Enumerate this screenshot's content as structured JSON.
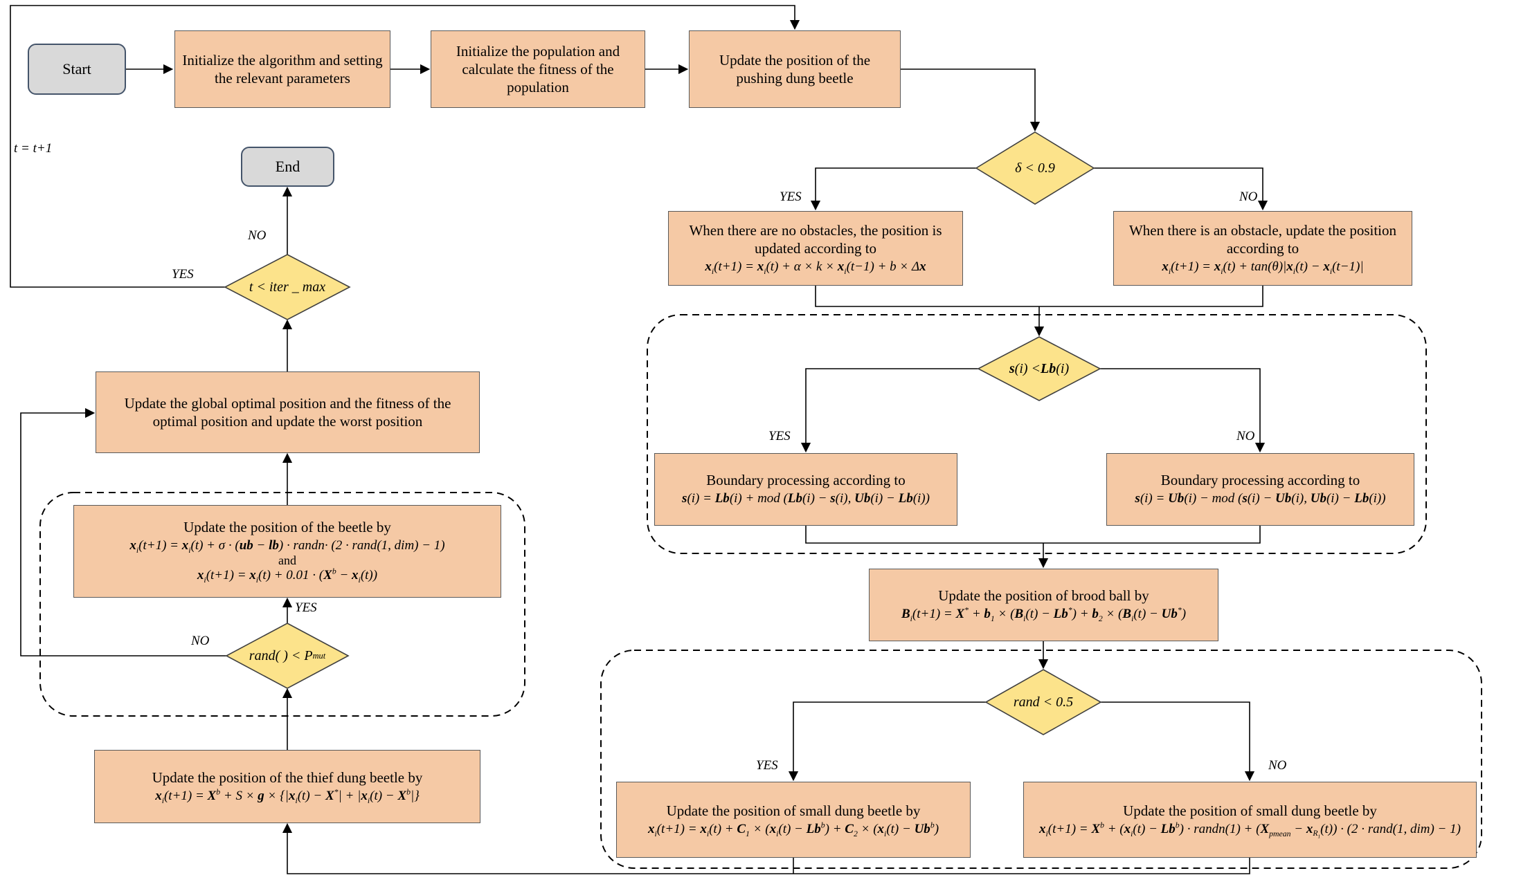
{
  "colors": {
    "process_fill": "#f5c9a5",
    "process_border": "#595959",
    "decision_fill": "#fce38b",
    "decision_border": "#404040",
    "terminal_fill": "#d9d9d9",
    "terminal_border": "#44546a",
    "line": "#000000"
  },
  "nodes": {
    "start": {
      "label": "Start"
    },
    "end": {
      "label": "End"
    },
    "init_algorithm": {
      "text": "Initialize the algorithm and setting the relevant parameters"
    },
    "init_population": {
      "text": "Initialize the population and calculate the fitness of the population"
    },
    "pushing_beetle": {
      "text": "Update the position of the pushing dung beetle"
    },
    "delta_decision": {
      "label": "δ &lt; 0.9"
    },
    "no_obstacle": {
      "title": "When there are no obstacles, the position is updated according to",
      "formula": "<b>x</b><sub>i</sub>(t+1) = <b>x</b><sub>i</sub>(t) + α × k × <b>x</b><sub>i</sub>(t−1) + b × Δ<b>x</b>"
    },
    "obstacle": {
      "title": "When there is an obstacle, update the position according to",
      "formula": "<b>x</b><sub>i</sub>(t+1) = <b>x</b><sub>i</sub>(t) + tan(θ)|<b>x</b><sub>i</sub>(t) − <b>x</b><sub>i</sub>(t−1)|"
    },
    "lb_decision": {
      "label": "<b>s</b>(i) &lt; <b>Lb</b>(i)"
    },
    "boundary_low": {
      "title": "Boundary processing according to",
      "formula": "<b>s</b>(i) = <b>Lb</b>(i) + mod (<b>Lb</b>(i) − <b>s</b>(i), <b>Ub</b>(i) − <b>Lb</b>(i))"
    },
    "boundary_high": {
      "title": "Boundary processing according to",
      "formula": "<b>s</b>(i) = <b>Ub</b>(i) − mod (<b>s</b>(i) − <b>Ub</b>(i), <b>Ub</b>(i) − <b>Lb</b>(i))"
    },
    "brood_ball": {
      "title": "Update the position of brood ball by",
      "formula": "<b>B</b><sub>i</sub>(t+1) = <b>X</b><sup>*</sup> + <b>b</b><sub>1</sub> × (<b>B</b><sub>i</sub>(t) − <b>Lb</b><sup>*</sup>) + <b>b</b><sub>2</sub> × (<b>B</b><sub>i</sub>(t) − <b>Ub</b><sup>*</sup>)"
    },
    "rand_decision": {
      "label": "rand &lt; 0.5"
    },
    "small_beetle_yes": {
      "title": "Update the position of small dung beetle by",
      "formula": "<b>x</b><sub>i</sub>(t+1) = <b>x</b><sub>i</sub>(t) + <b>C</b><sub>1</sub> × (<b>x</b><sub>i</sub>(t) − <b>Lb</b><sup>b</sup>) + <b>C</b><sub>2</sub> × (<b>x</b><sub>i</sub>(t) − <b>Ub</b><sup>b</sup>)"
    },
    "small_beetle_no": {
      "title": "Update the position of small dung beetle by",
      "formula": "<b>x</b><sub>i</sub>(t+1) = <b>X</b><sup>b</sup> + (<b>x</b><sub>i</sub>(t) − <b>Lb</b><sup>b</sup>) · randn(1) + (<b>X</b><sub>pmean</sub> − <b>x</b><sub>R<sub>1</sub></sub>(t)) · (2 · rand(1, dim) − 1)"
    },
    "thief_beetle": {
      "title": "Update the position of the thief dung beetle by",
      "formula": "<b>x</b><sub>i</sub>(t+1) = <b>X</b><sup>b</sup> + S × <b>g</b> × {|<b>x</b><sub>i</sub>(t) − <b>X</b><sup>*</sup>| + |<b>x</b><sub>i</sub>(t) − <b>X</b><sup>b</sup>|}"
    },
    "mutation_decision": {
      "label": "rand( ) &lt; P<sub>mut</sub>"
    },
    "beetle_mutation": {
      "title": "Update the position of the beetle by",
      "formula1": "<b>x</b><sub>i</sub>(t+1) = <b>x</b><sub>i</sub>(t) + σ · (<b>ub</b> − <b>lb</b>) · randn· (2 · rand(1, dim) − 1)",
      "connector": "and",
      "formula2": "<b>x</b><sub>i</sub>(t+1) = <b>x</b><sub>i</sub>(t) + 0.01 · (<b>X</b><sup>b</sup> − <b>x</b><sub>i</sub>(t))"
    },
    "global_update": {
      "text": "Update the global optimal position and the fitness of the optimal position and update the worst position"
    },
    "iter_decision": {
      "label": "t &lt; iter _ max"
    }
  },
  "edge_labels": {
    "delta_yes": "YES",
    "delta_no": "NO",
    "lb_yes": "YES",
    "lb_no": "NO",
    "rand_yes": "YES",
    "rand_no": "NO",
    "mutation_yes": "YES",
    "mutation_no": "NO",
    "iter_yes": "YES",
    "iter_no": "NO",
    "increment": "t = t+1"
  }
}
